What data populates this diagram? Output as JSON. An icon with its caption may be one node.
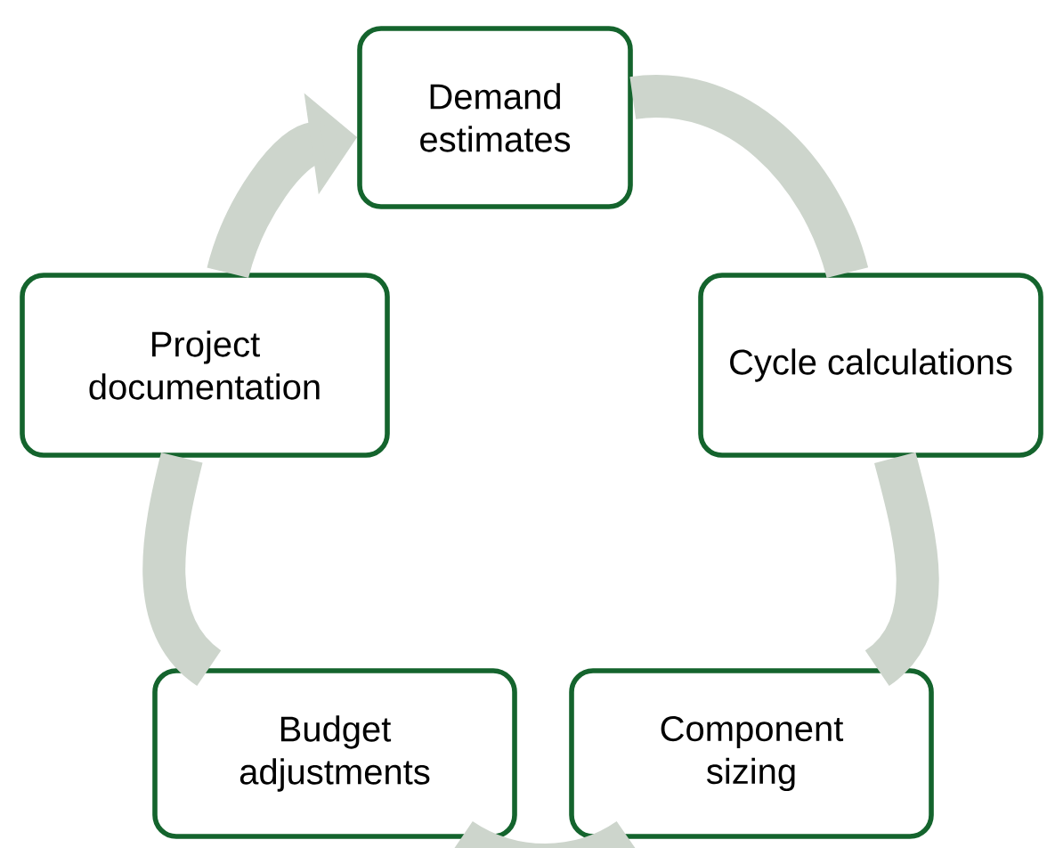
{
  "diagram": {
    "nodes": [
      {
        "text": [
          "Demand estimates"
        ]
      },
      {
        "text": [
          "Cycle calculations"
        ]
      },
      {
        "text": [
          "Component sizing"
        ]
      },
      {
        "text": [
          "Budget adjustments"
        ]
      },
      {
        "text": [
          "Project documentation"
        ]
      }
    ],
    "edges": [
      {
        "from": 0,
        "to": 1,
        "arrow": "none"
      },
      {
        "from": 1,
        "to": 2,
        "arrow": "none"
      },
      {
        "from": 2,
        "to": 3,
        "arrow": "none"
      },
      {
        "from": 3,
        "to": 4,
        "arrow": "none"
      },
      {
        "from": 4,
        "to": 0,
        "arrow": "to"
      }
    ]
  }
}
